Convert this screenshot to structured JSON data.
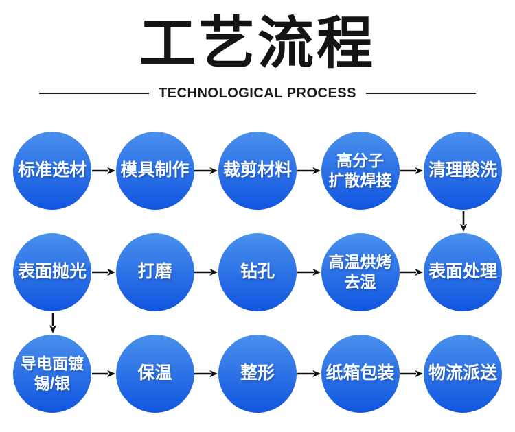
{
  "header": {
    "title": "工艺流程",
    "subtitle": "TECHNOLOGICAL PROCESS"
  },
  "colors": {
    "circle_top": "#4a90ec",
    "circle_bottom": "#1155e0",
    "arrow": "#111111",
    "title_text": "#141414",
    "circle_text": "#ffffff"
  },
  "flow": {
    "rows": [
      {
        "steps": [
          {
            "line1": "标准选材",
            "line2": ""
          },
          {
            "line1": "模具制作",
            "line2": ""
          },
          {
            "line1": "裁剪材料",
            "line2": ""
          },
          {
            "line1": "高分子",
            "line2": "扩散焊接"
          },
          {
            "line1": "清理酸洗",
            "line2": ""
          }
        ]
      },
      {
        "steps": [
          {
            "line1": "表面抛光",
            "line2": ""
          },
          {
            "line1": "打磨",
            "line2": ""
          },
          {
            "line1": "钻孔",
            "line2": ""
          },
          {
            "line1": "高温烘烤",
            "line2": "去湿"
          },
          {
            "line1": "表面处理",
            "line2": ""
          }
        ]
      },
      {
        "steps": [
          {
            "line1": "导电面镀",
            "line2": "锡/银"
          },
          {
            "line1": "保温",
            "line2": ""
          },
          {
            "line1": "整形",
            "line2": ""
          },
          {
            "line1": "纸箱包装",
            "line2": ""
          },
          {
            "line1": "物流派送",
            "line2": ""
          }
        ]
      }
    ]
  }
}
